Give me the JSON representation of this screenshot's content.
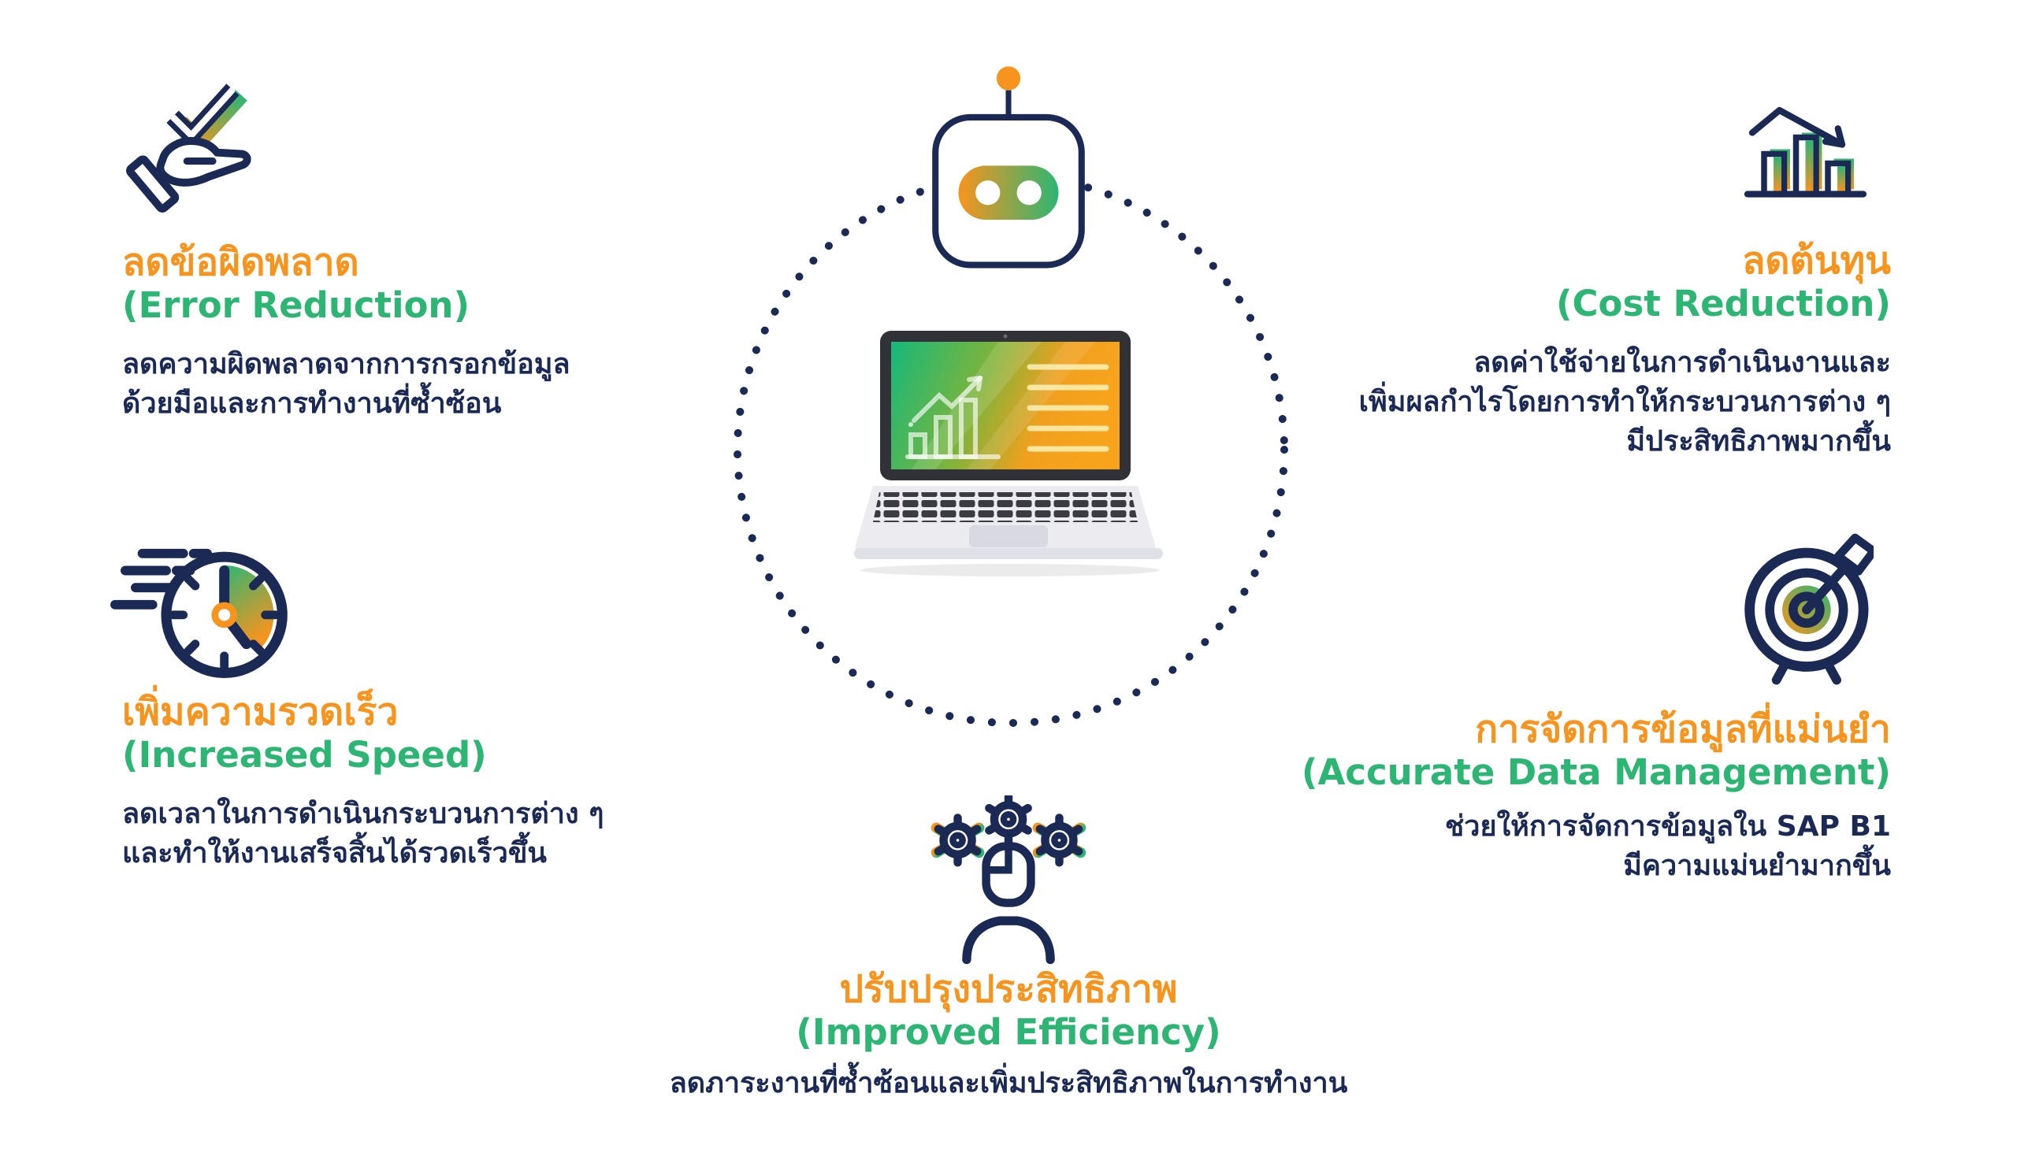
{
  "colors": {
    "orange": "#F7941E",
    "green": "#2DB673",
    "navy": "#1B2A55"
  },
  "center": {
    "decoration": "dotted-circle",
    "icons": [
      "robot-head-icon",
      "laptop-illustration"
    ]
  },
  "sections": {
    "error_reduction": {
      "icon": "hand-checkmark-icon",
      "title_th": "ลดข้อผิดพลาด",
      "title_en": "(Error Reduction)",
      "body": [
        "ลดความผิดพลาดจากการกรอกข้อมูล",
        "ด้วยมือและการทำงานที่ซ้ำซ้อน"
      ]
    },
    "increased_speed": {
      "icon": "speed-clock-icon",
      "title_th": "เพิ่มความรวดเร็ว",
      "title_en": "(Increased Speed)",
      "body": [
        "ลดเวลาในการดำเนินกระบวนการต่าง ๆ",
        "และทำให้งานเสร็จสิ้นได้รวดเร็วขึ้น"
      ]
    },
    "cost_reduction": {
      "icon": "declining-bar-chart-icon",
      "title_th": "ลดต้นทุน",
      "title_en": "(Cost Reduction)",
      "body": [
        "ลดค่าใช้จ่ายในการดำเนินงานและ",
        "เพิ่มผลกำไรโดยการทำให้กระบวนการต่าง ๆ",
        "มีประสิทธิภาพมากขึ้น"
      ]
    },
    "accurate_data_management": {
      "icon": "target-arrow-icon",
      "title_th": "การจัดการข้อมูลที่แม่นยำ",
      "title_en": "(Accurate Data Management)",
      "body": [
        "ช่วยให้การจัดการข้อมูลใน SAP B1",
        "มีความแม่นยำมากขึ้น"
      ]
    },
    "improved_efficiency": {
      "icon": "person-gears-icon",
      "title_th": "ปรับปรุงประสิทธิภาพ",
      "title_en": "(Improved Efficiency)",
      "body": [
        "ลดภาระงานที่ซ้ำซ้อนและเพิ่มประสิทธิภาพในการทำงาน"
      ]
    }
  }
}
